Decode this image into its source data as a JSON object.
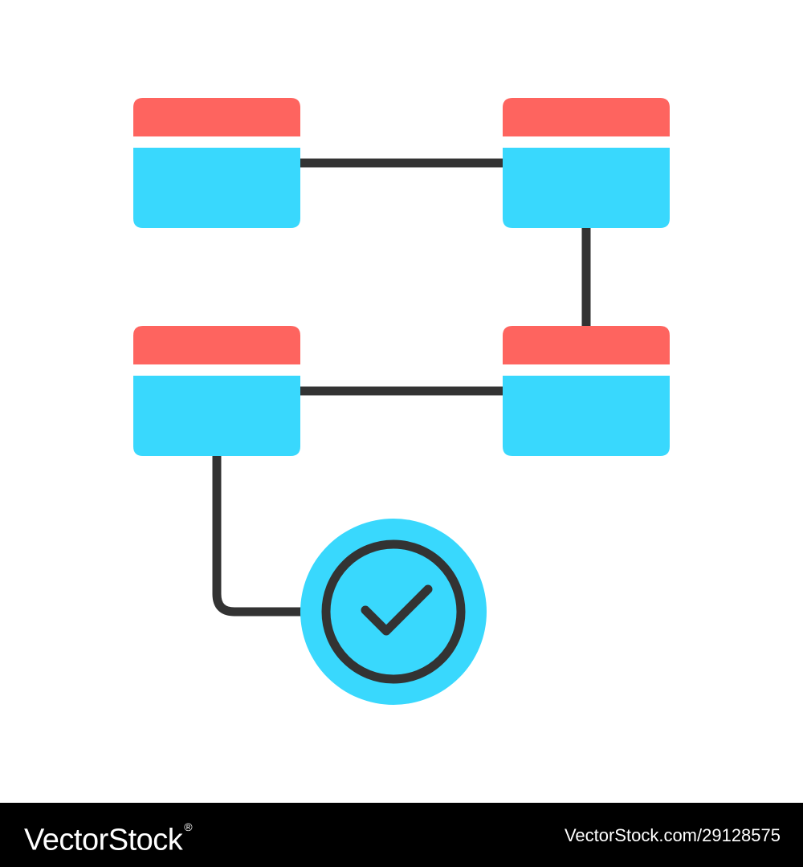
{
  "diagram": {
    "colors": {
      "header": "#fe645f",
      "body": "#39d8fd",
      "connector": "#333333",
      "background": "#ffffff"
    },
    "nodes": [
      {
        "id": "node-top-left",
        "icon": "window-block"
      },
      {
        "id": "node-top-right",
        "icon": "window-block"
      },
      {
        "id": "node-bottom-left",
        "icon": "window-block"
      },
      {
        "id": "node-bottom-right",
        "icon": "window-block"
      }
    ],
    "connections": [
      [
        "node-top-left",
        "node-top-right"
      ],
      [
        "node-top-right",
        "node-bottom-right"
      ],
      [
        "node-bottom-left",
        "node-bottom-right"
      ],
      [
        "node-bottom-left",
        "check-badge"
      ]
    ],
    "end_badge": {
      "icon": "checkmark-circle-icon"
    }
  },
  "footer": {
    "brand": "VectorStock",
    "trademark": "®",
    "stock_id": "VectorStock.com/29128575",
    "colors": {
      "background": "#000000",
      "text": "#ffffff"
    }
  }
}
